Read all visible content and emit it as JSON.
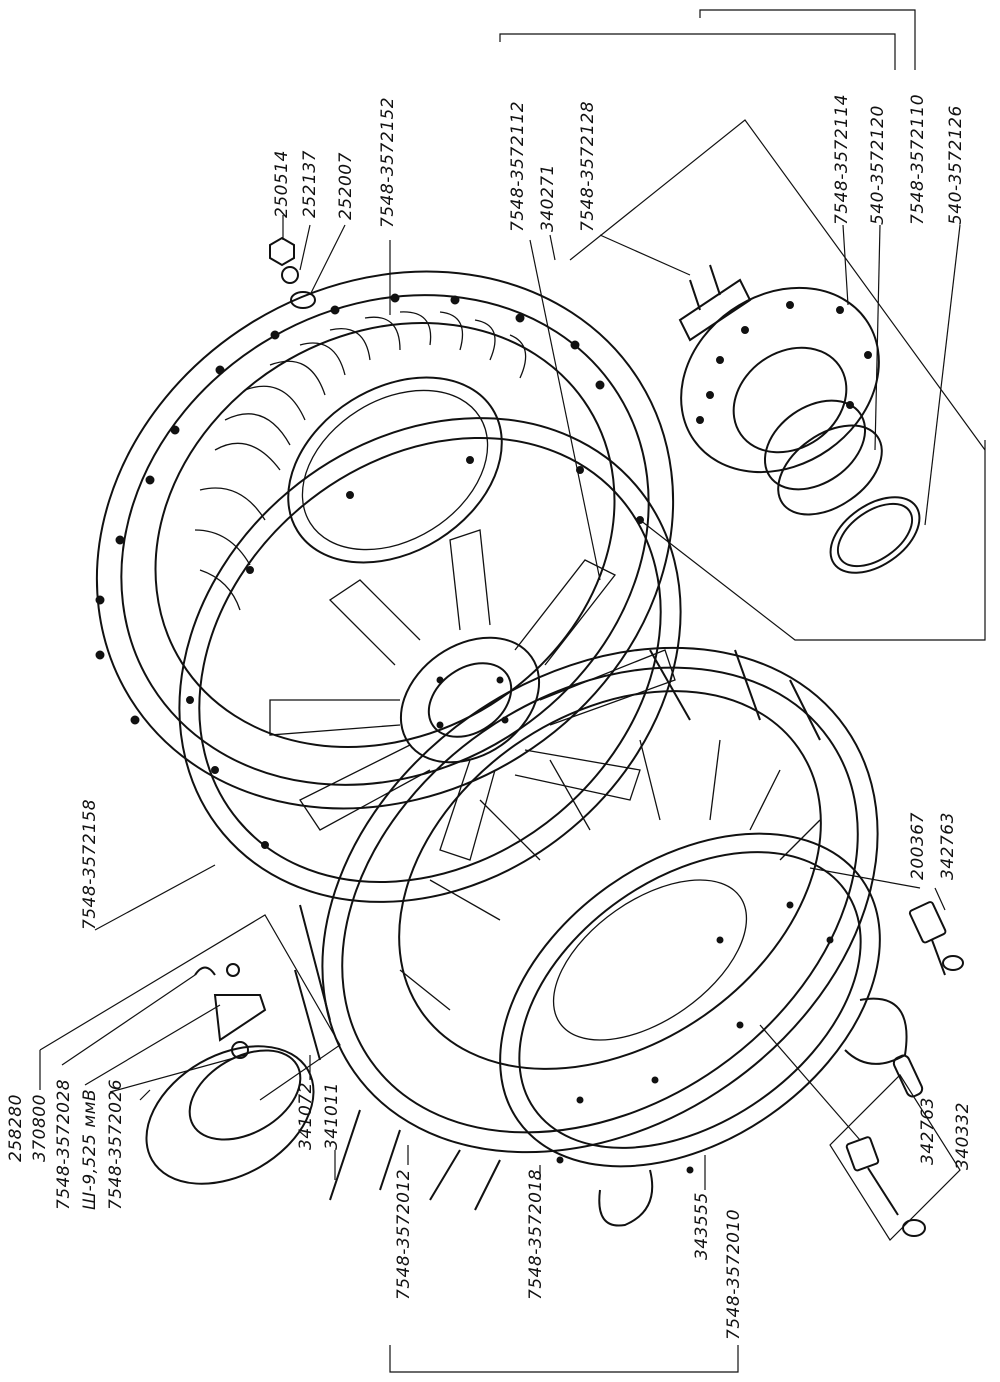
{
  "labels": {
    "l250514": "250514",
    "l252137": "252137",
    "l252007": "252007",
    "l7548_3572152": "7548-3572152",
    "l7548_3572112": "7548-3572112",
    "l340271": "340271",
    "l7548_3572128": "7548-3572128",
    "l7548_3572114": "7548-3572114",
    "l540_3572120": "540-3572120",
    "l7548_3572110": "7548-3572110",
    "l540_3572126": "540-3572126",
    "l7548_3572158": "7548-3572158",
    "l200367": "200367",
    "l342763a": "342763",
    "l342763b": "342763",
    "l340332": "340332",
    "l258280": "258280",
    "l370800": "370800",
    "l7548_3572028": "7548-3572028",
    "l_III_9525": "Ш-9,525 ммВ",
    "l7548_3572026": "7548-3572026",
    "l341072": "341072",
    "l341011": "341011",
    "l7548_3572012": "7548-3572012",
    "l7548_3572018": "7548-3572018",
    "l343555": "343555",
    "l7548_3572010": "7548-3572010"
  }
}
